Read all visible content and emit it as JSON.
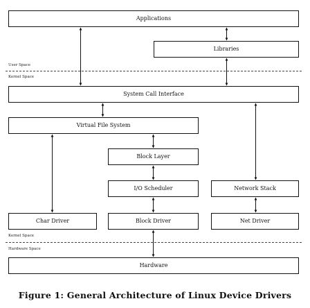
{
  "boxes": {
    "applications": "Applications",
    "libraries": "Libraries",
    "system_call_interface": "System Call Interface",
    "virtual_file_system": "Virtual File System",
    "block_layer": "Block Layer",
    "io_scheduler": "I/O Scheduler",
    "network_stack": "Network Stack",
    "char_driver": "Char Driver",
    "block_driver": "Block Driver",
    "net_driver": "Net Driver",
    "hardware": "Hardware"
  },
  "separators": {
    "user_space": "User Space",
    "kernel_space_top": "Kernel Space",
    "kernel_space_bottom": "Kernel Space",
    "hardware_space": "Hardware Space"
  },
  "caption": "Figure 1: General Architecture of Linux Device Drivers"
}
